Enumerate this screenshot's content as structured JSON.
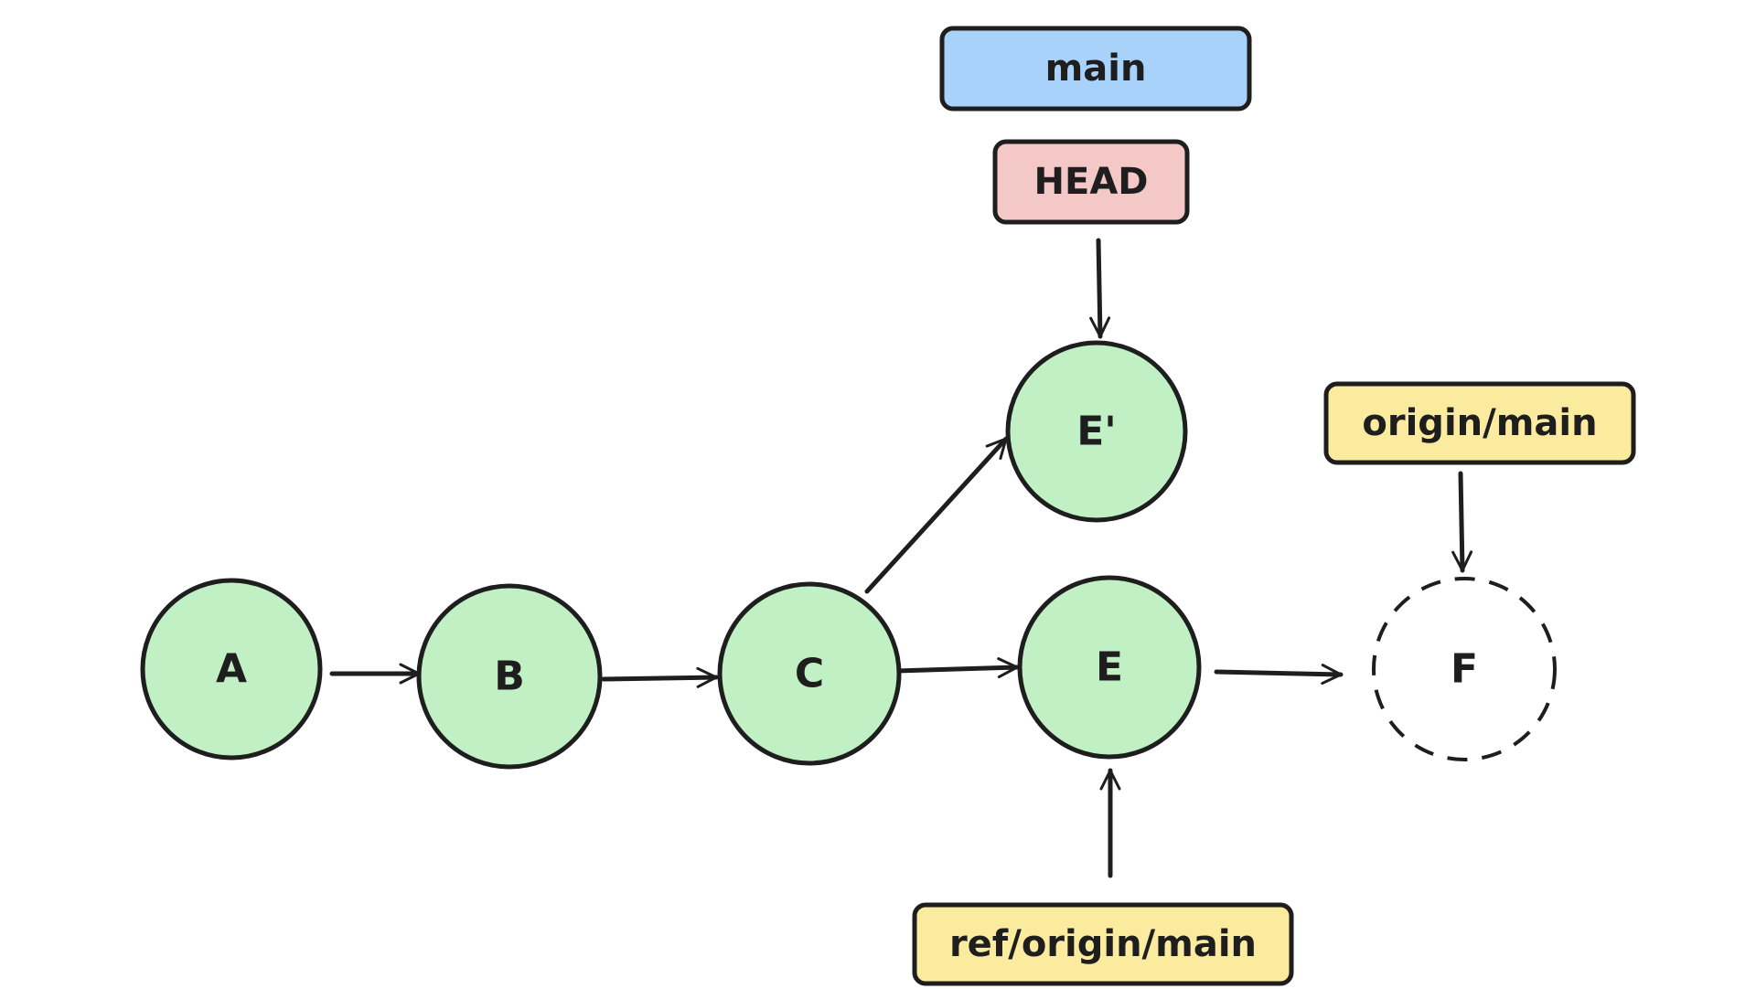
{
  "colors": {
    "commit_fill": "#c0f0c3",
    "stroke": "#1e1e1e",
    "main_fill": "#a9d2fa",
    "head_fill": "#f5c8c8",
    "origin_fill": "#fbeb9f"
  },
  "commits": {
    "a": "A",
    "b": "B",
    "c": "C",
    "e": "E",
    "e_prime": "E'",
    "f": "F"
  },
  "refs": {
    "main": "main",
    "head": "HEAD",
    "origin_main": "origin/main",
    "ref_origin_main": "ref/origin/main"
  }
}
